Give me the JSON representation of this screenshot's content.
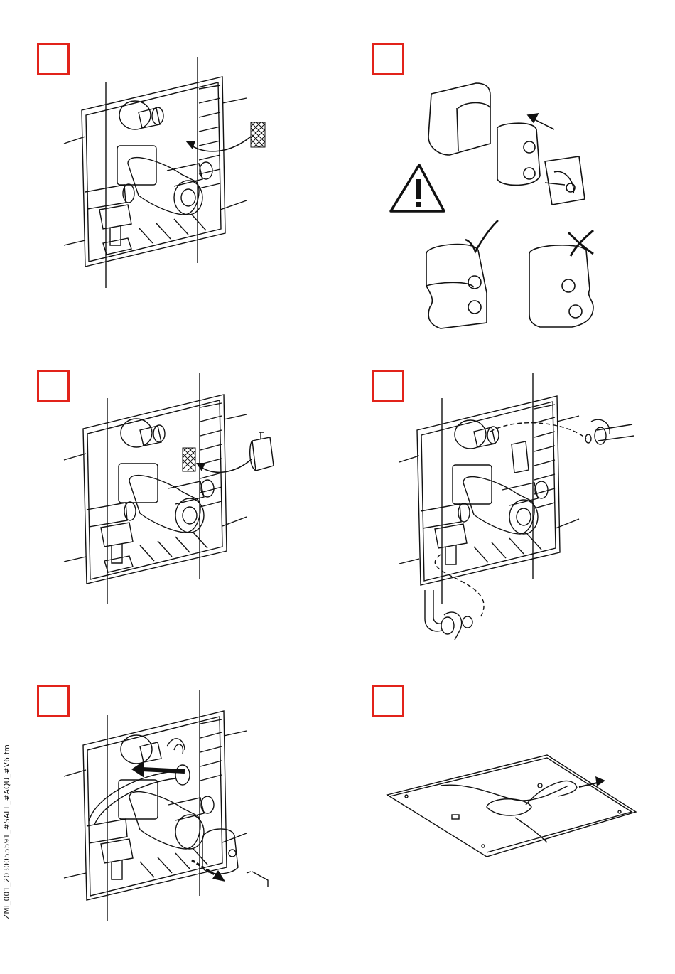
{
  "document": {
    "footer_code": "ZMI_001_2030055591_#SALL_#AQU_#V6.fm",
    "accent_color": "#e2231a"
  },
  "steps": [
    {
      "id": 1,
      "marker": "",
      "figure": "box-protection-shield"
    },
    {
      "id": 2,
      "marker": "",
      "figure": "cartridge-orientation-warning"
    },
    {
      "id": 3,
      "marker": "",
      "figure": "install-cartridge-module"
    },
    {
      "id": 4,
      "marker": "",
      "figure": "connect-hoses"
    },
    {
      "id": 5,
      "marker": "",
      "figure": "remove-caps-and-flush"
    },
    {
      "id": 6,
      "marker": "",
      "figure": "peel-protective-film"
    }
  ]
}
